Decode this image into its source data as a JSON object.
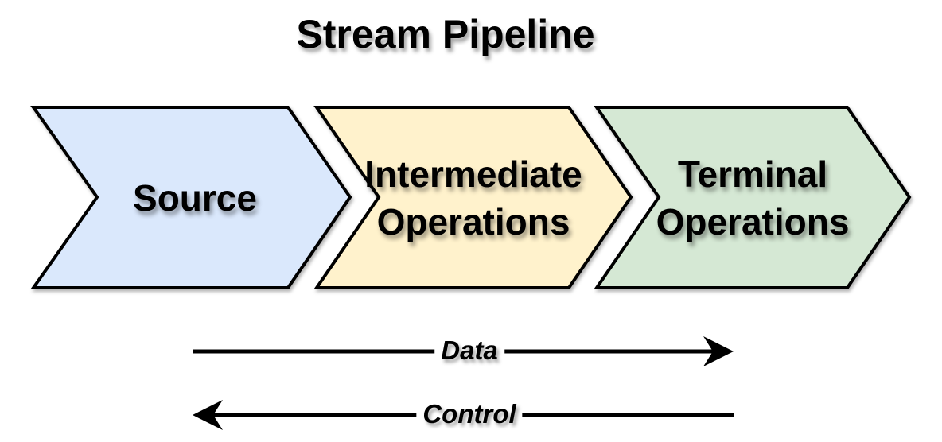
{
  "title": "Stream Pipeline",
  "colors": {
    "source_fill": "#dae8fc",
    "intermediate_fill": "#fff2cc",
    "terminal_fill": "#d5e8d4",
    "outline": "#000000",
    "arrow": "#000000"
  },
  "pipeline": {
    "stages": [
      {
        "label": "Source",
        "fill": "#dae8fc"
      },
      {
        "label": "Intermediate Operations",
        "fill": "#fff2cc"
      },
      {
        "label": "Terminal Operations",
        "fill": "#d5e8d4"
      }
    ]
  },
  "flows": [
    {
      "label": "Data",
      "direction": "right"
    },
    {
      "label": "Control",
      "direction": "left"
    }
  ]
}
